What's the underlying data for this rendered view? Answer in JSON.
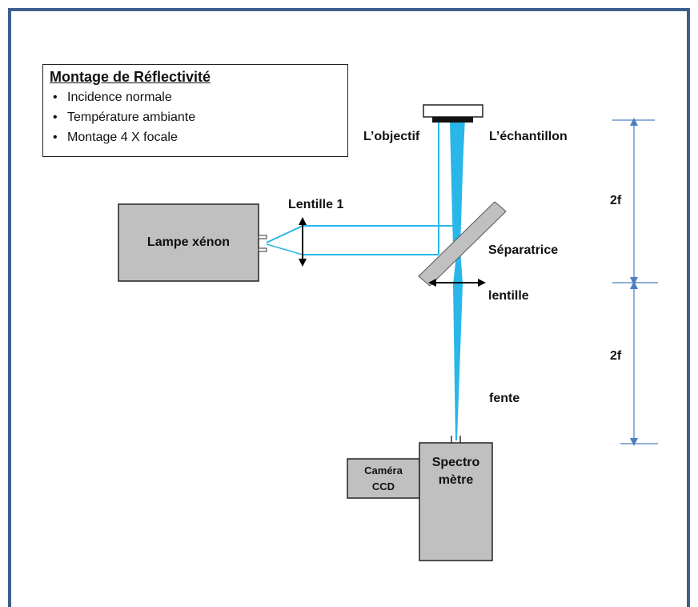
{
  "legend": {
    "title": "Montage de Réflectivité",
    "items": [
      "Incidence normale",
      "Température ambiante",
      "Montage 4 X focale"
    ]
  },
  "labels": {
    "objectif": "L’objectif",
    "echantillon": "L’échantillon",
    "lentille1": "Lentille 1",
    "lampe": "Lampe xénon",
    "separatrice": "Séparatrice",
    "lentille": "lentille",
    "fente": "fente",
    "dim_top": "2f",
    "dim_bottom": "2f",
    "spectro_line1": "Spectro",
    "spectro_line2": "mètre",
    "camera_line1": "Caméra",
    "camera_line2": "CCD"
  },
  "colors": {
    "frame": "#3d5f8c",
    "beam": "#29b6e8",
    "box_fill": "#c0c0c0",
    "dimension": "#4a7fbf"
  }
}
